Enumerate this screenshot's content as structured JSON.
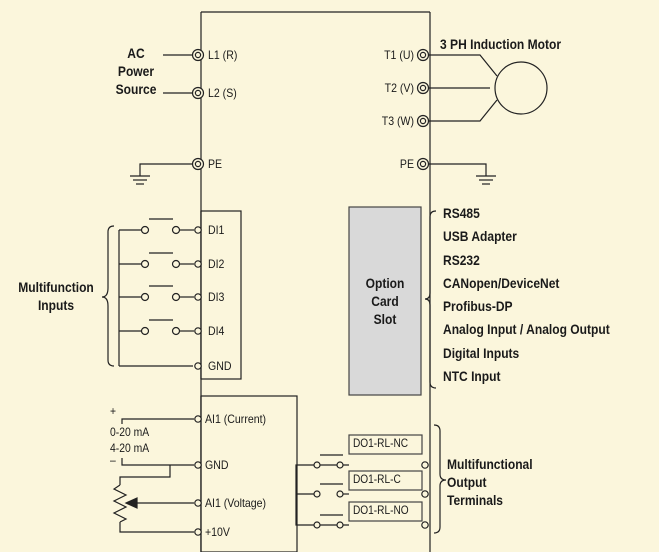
{
  "power": {
    "line1": "AC",
    "line2": "Power",
    "line3": "Source"
  },
  "input_terminals": {
    "l1": "L1 (R)",
    "l2": "L2 (S)",
    "pe": "PE"
  },
  "motor": {
    "label": "3 PH Induction Motor",
    "t1": "T1 (U)",
    "t2": "T2 (V)",
    "t3": "T3 (W)",
    "pe": "PE"
  },
  "digital_inputs": {
    "group_line1": "Multifunction",
    "group_line2": "Inputs",
    "di1": "DI1",
    "di2": "DI2",
    "di3": "DI3",
    "di4": "DI4",
    "gnd": "GND"
  },
  "option_card": {
    "line1": "Option",
    "line2": "Card",
    "line3": "Slot",
    "fill": "#d9d9d9"
  },
  "option_list": [
    "RS485",
    "USB Adapter",
    "RS232",
    "CANopen/DeviceNet",
    "Profibus-DP",
    "Analog Input / Analog Output",
    "Digital Inputs",
    "NTC Input"
  ],
  "analog": {
    "plus": "+",
    "minus": "–",
    "range1": "0-20 mA",
    "range2": "4-20 mA",
    "ai_current": "AI1 (Current)",
    "gnd": "GND",
    "ai_voltage": "AI1 (Voltage)",
    "v10": "+10V"
  },
  "outputs": {
    "nc": "DO1-RL-NC",
    "c": "DO1-RL-C",
    "no": "DO1-RL-NO",
    "group_line1": "Multifunctional",
    "group_line2": "Output",
    "group_line3": "Terminals"
  },
  "colors": {
    "background": "#fbf6dc",
    "line": "#222222"
  }
}
